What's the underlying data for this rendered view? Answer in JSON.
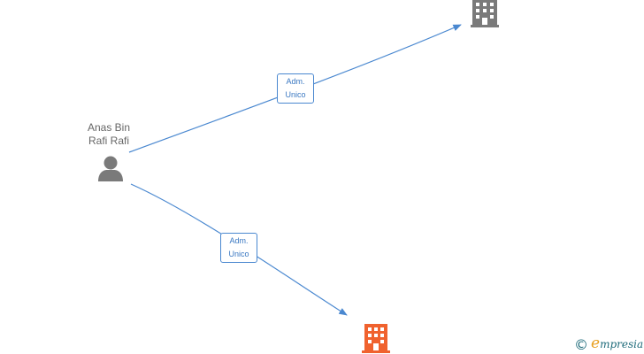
{
  "colors": {
    "edge": "#4a88d0",
    "person_icon": "#7a7a7a",
    "company_gray": "#7a7a7a",
    "company_orange": "#f0622e",
    "brand_teal": "#1e6b7a",
    "brand_accent": "#e8a020"
  },
  "person": {
    "name_line1": "Anas Bin",
    "name_line2": "Rafi Rafi",
    "icon": "person-icon"
  },
  "companies": [
    {
      "icon": "building-icon",
      "color": "#7a7a7a"
    },
    {
      "icon": "building-icon",
      "color": "#f0622e"
    }
  ],
  "relations": [
    {
      "line1": "Adm.",
      "line2": "Unico"
    },
    {
      "line1": "Adm.",
      "line2": "Unico"
    }
  ],
  "brand": {
    "copyright": "©",
    "logo_initial": "e",
    "logo_rest": "mpresia"
  }
}
